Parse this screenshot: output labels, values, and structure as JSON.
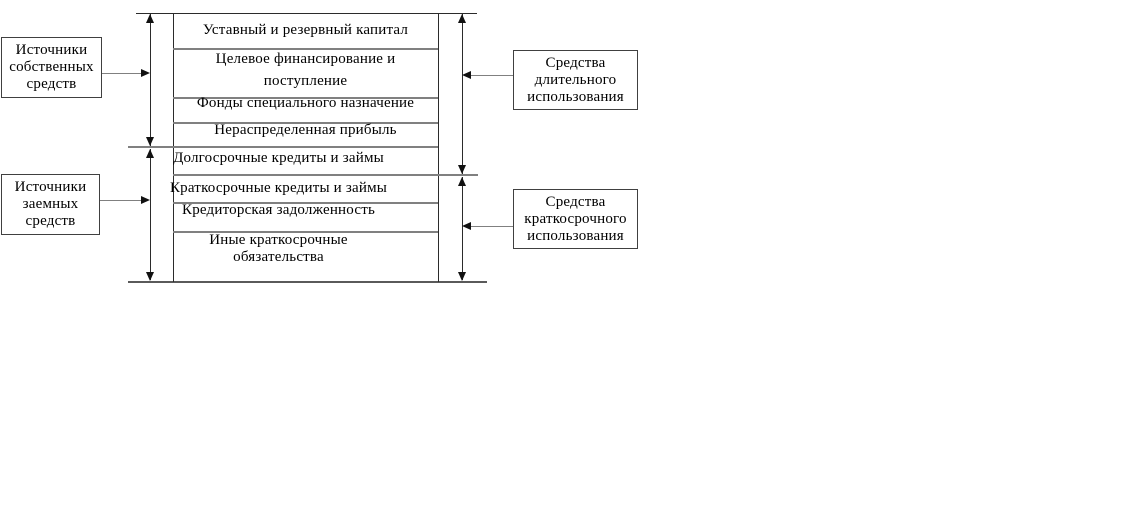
{
  "diagram": {
    "source_boxes": [
      {
        "lines": [
          "Источники",
          "собственных",
          "средств"
        ]
      },
      {
        "lines": [
          "Источники",
          "заемных",
          "средств"
        ]
      }
    ],
    "use_boxes": [
      {
        "lines": [
          "Средства",
          "длительного",
          "использования"
        ]
      },
      {
        "lines": [
          "Средства",
          "краткосрочного",
          "использования"
        ]
      }
    ],
    "rows": [
      {
        "lines": [
          "Уставный и резервный капитал"
        ]
      },
      {
        "lines": [
          "Целевое финансирование и",
          "поступление"
        ]
      },
      {
        "lines": [
          "Фонды специального назначение"
        ]
      },
      {
        "lines": [
          "Нераспределенная прибыль"
        ]
      },
      {
        "lines": [
          "Долгосрочные кредиты и займы"
        ]
      },
      {
        "lines": [
          "Краткосрочные кредиты и займы"
        ]
      },
      {
        "lines": [
          "Кредиторская задолженность"
        ]
      },
      {
        "lines": [
          "Иные краткосрочные",
          "обязательства"
        ]
      }
    ],
    "colors": {
      "separator_gray": "#808080",
      "border_dark": "#404040",
      "text": "#000000",
      "background": "#ffffff"
    }
  }
}
